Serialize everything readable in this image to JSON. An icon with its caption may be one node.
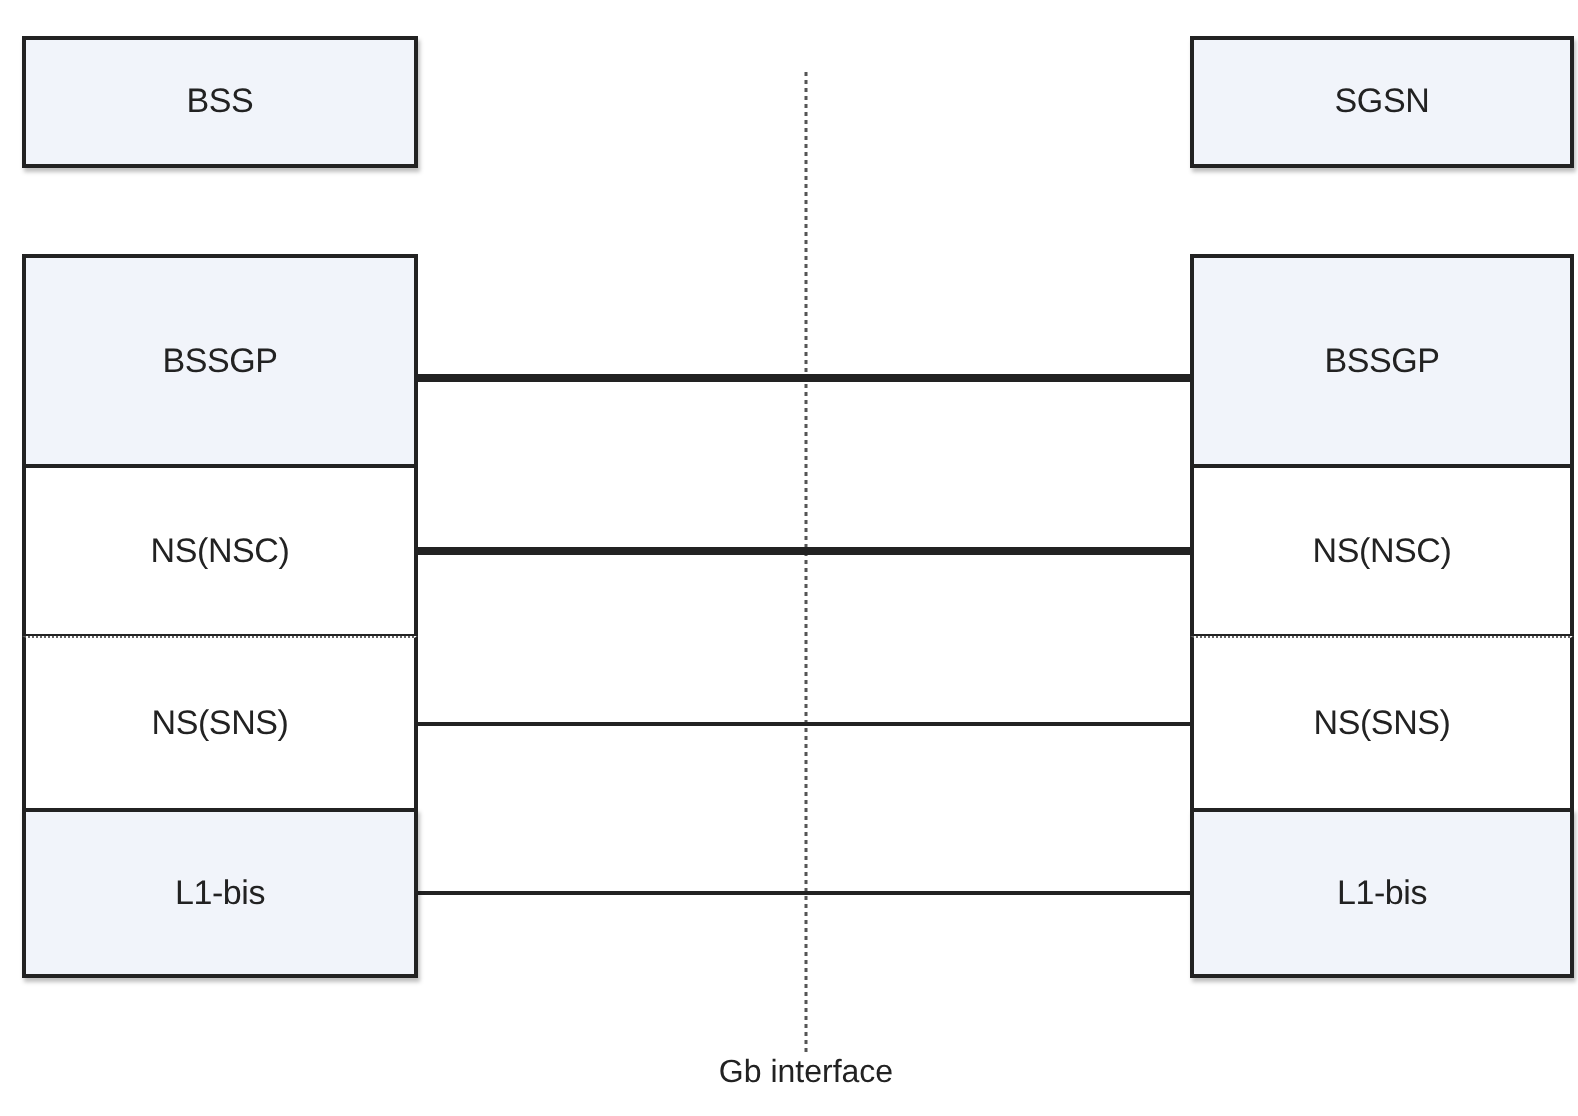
{
  "diagram": {
    "nodes": [
      {
        "text": [
          "BSS"
        ]
      },
      {
        "text": [
          "SGSN"
        ]
      },
      {
        "text": [
          "BSSGP"
        ]
      },
      {
        "text": [
          "NS(NSC)"
        ]
      },
      {
        "text": [
          "NS(SNS)"
        ]
      },
      {
        "text": [
          "L1-bis"
        ]
      },
      {
        "text": [
          "BSSGP"
        ]
      },
      {
        "text": [
          "NS(NSC)"
        ]
      },
      {
        "text": [
          "NS(SNS)"
        ]
      },
      {
        "text": [
          "L1-bis"
        ]
      }
    ],
    "edges": [
      {
        "from": 2,
        "to": 6,
        "arrow": "none",
        "style": "thick"
      },
      {
        "from": 3,
        "to": 7,
        "arrow": "none",
        "style": "thick"
      },
      {
        "from": 4,
        "to": 8,
        "arrow": "none"
      },
      {
        "from": 5,
        "to": 9,
        "arrow": "none"
      }
    ],
    "labels": [
      "Gb interface"
    ]
  }
}
